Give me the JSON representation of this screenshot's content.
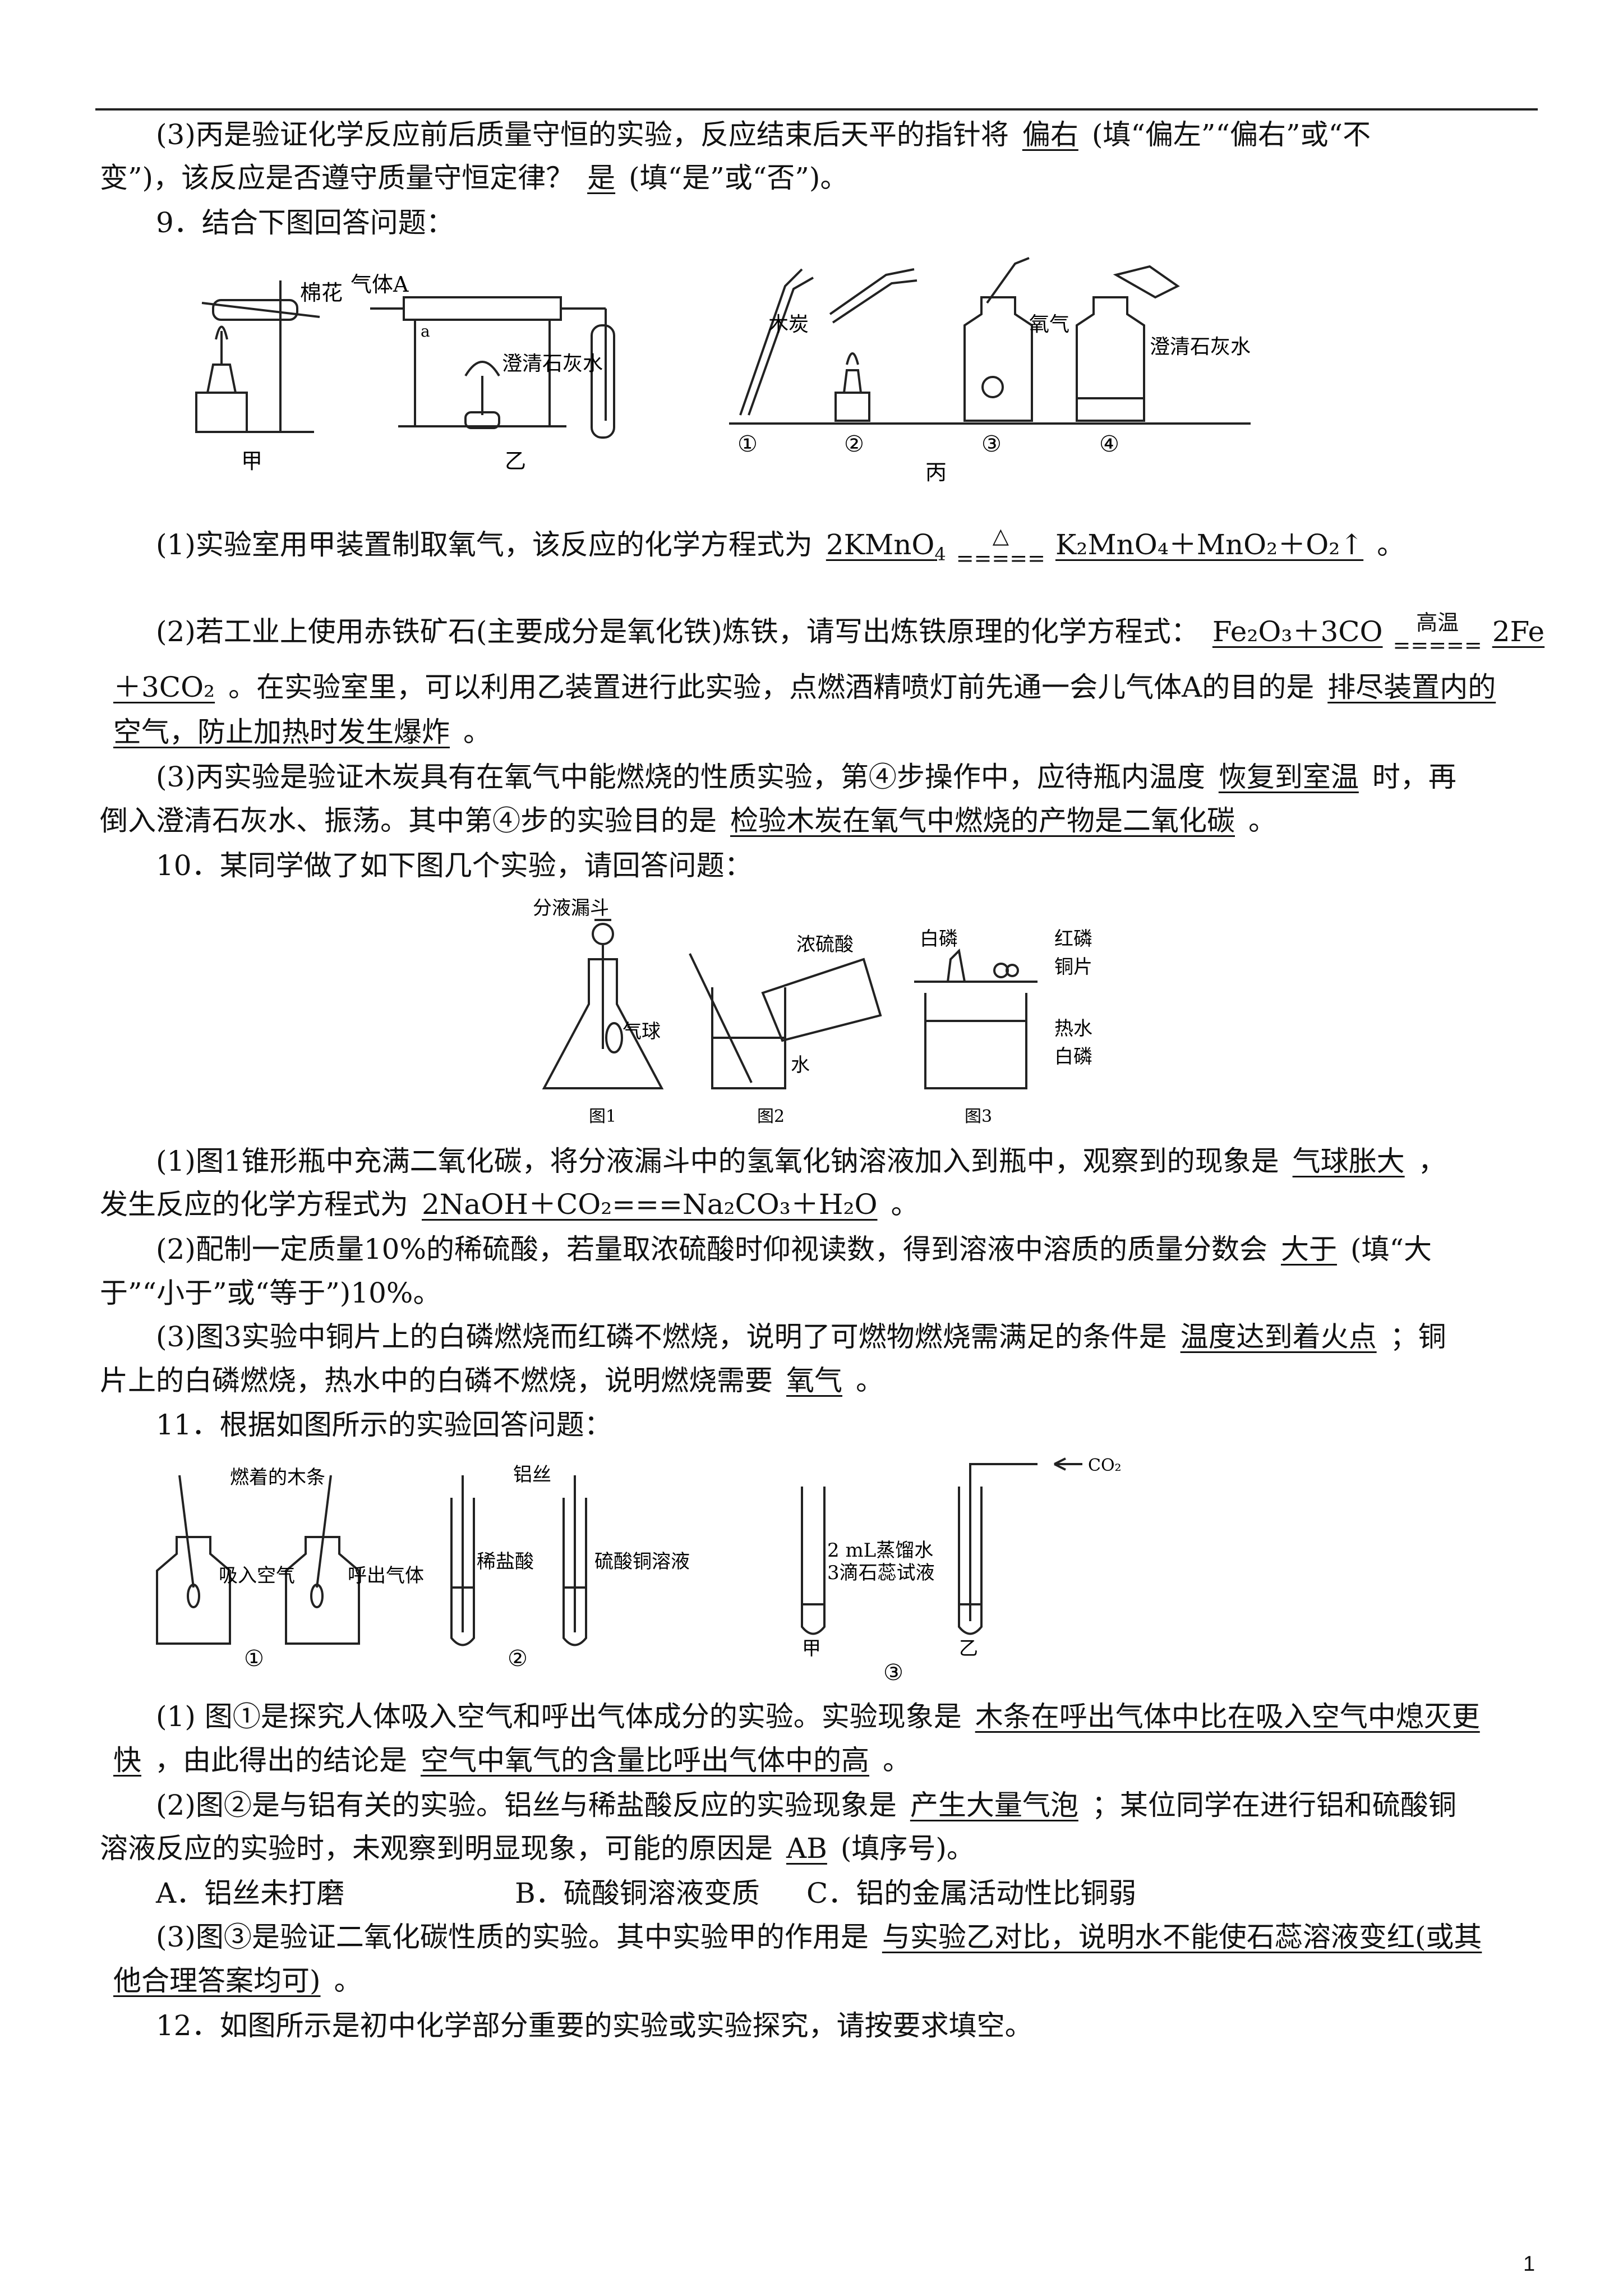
{
  "q8": {
    "p3_a": "(3)丙是验证化学反应前后质量守恒的实验，反应结束后天平的指针将",
    "p3_ans1": "偏右",
    "p3_b": "(填“偏左”“偏右”或“不",
    "p3_c": "变”)，该反应是否遵守质量守恒定律？",
    "p3_ans2": "是",
    "p3_d": "(填“是”或“否”)。"
  },
  "q9": {
    "title": "9．结合下图回答问题：",
    "fig_labels": {
      "cotton": "棉花",
      "gasA": "气体A",
      "a": "a",
      "limewater1": "澄清石灰水",
      "jia": "甲",
      "yi": "乙",
      "charcoal": "木炭",
      "oxygen": "氧气",
      "limewater2": "澄清石灰水",
      "s1": "①",
      "s2": "②",
      "s3": "③",
      "s4": "④",
      "bing": "丙"
    },
    "p1_a": "(1)实验室用甲装置制取氧气，该反应的化学方程式为",
    "p1_eq_left": "2KMnO",
    "p1_cond": "△",
    "p1_eq_right": "K₂MnO₄＋MnO₂＋O₂↑",
    "p1_end": "。",
    "p2_a": "(2)若工业上使用赤铁矿石(主要成分是氧化铁)炼铁，请写出炼铁原理的化学方程式：",
    "p2_eq_left": "Fe₂O₃＋3CO",
    "p2_cond": "高温",
    "p2_eq_right1": "2Fe",
    "p2_eq_right2": "＋3CO₂",
    "p2_b": "。在实验室里，可以利用乙装置进行此实验，点燃酒精喷灯前先通一会儿气体A的目的是",
    "p2_ans1": "排尽装置内的",
    "p2_ans2": "空气，防止加热时发生爆炸",
    "p2_end": "。",
    "p3_a": "(3)丙实验是验证木炭具有在氧气中能燃烧的性质实验，第④步操作中，应待瓶内温度",
    "p3_ans1": "恢复到室温",
    "p3_b": "时，再",
    "p3_c": "倒入澄清石灰水、振荡。其中第④步的实验目的是",
    "p3_ans2": "检验木炭在氧气中燃烧的产物是二氧化碳",
    "p3_end": "。"
  },
  "q10": {
    "title": "10．某同学做了如下图几个实验，请回答问题：",
    "fig_labels": {
      "funnel": "分液漏斗",
      "balloon": "气球",
      "acid": "浓硫酸",
      "water": "水",
      "wp_top": "白磷",
      "rp": "红磷",
      "cu": "铜片",
      "hot": "热水",
      "wp_bot": "白磷",
      "f1": "图1",
      "f2": "图2",
      "f3": "图3"
    },
    "p1_a": "(1)图1锥形瓶中充满二氧化碳，将分液漏斗中的氢氧化钠溶液加入到瓶中，观察到的现象是",
    "p1_ans1": "气球胀大",
    "p1_b": "，",
    "p1_c": "发生反应的化学方程式为",
    "p1_ans2": "2NaOH＋CO₂===Na₂CO₃＋H₂O",
    "p1_end": "。",
    "p2_a": "(2)配制一定质量10%的稀硫酸，若量取浓硫酸时仰视读数，得到溶液中溶质的质量分数会",
    "p2_ans": "大于",
    "p2_b": "(填“大",
    "p2_c": "于”“小于”或“等于”)10%。",
    "p3_a": "(3)图3实验中铜片上的白磷燃烧而红磷不燃烧，说明了可燃物燃烧需满足的条件是",
    "p3_ans1": "温度达到着火点",
    "p3_b": "；铜",
    "p3_c": "片上的白磷燃烧，热水中的白磷不燃烧，说明燃烧需要",
    "p3_ans2": "氧气",
    "p3_end": "。"
  },
  "q11": {
    "title": "11．根据如图所示的实验回答问题：",
    "fig_labels": {
      "burning": "燃着的木条",
      "inhale": "吸入空气",
      "exhale": "呼出气体",
      "c1": "①",
      "al": "铝丝",
      "hcl": "稀盐酸",
      "cuso4": "硫酸铜溶液",
      "c2": "②",
      "co2": "CO₂",
      "water": "2 mL蒸馏水",
      "litmus": "3滴石蕊试液",
      "jia": "甲",
      "yi": "乙",
      "c3": "③"
    },
    "p1_a": "(1) 图①是探究人体吸入空气和呼出气体成分的实验。实验现象是",
    "p1_ans1": "木条在呼出气体中比在吸入空气中熄灭更",
    "p1_ans1b": "快",
    "p1_b": "，由此得出的结论是",
    "p1_ans2": "空气中氧气的含量比呼出气体中的高",
    "p1_end": "。",
    "p2_a": "(2)图②是与铝有关的实验。铝丝与稀盐酸反应的实验现象是",
    "p2_ans1": "产生大量气泡",
    "p2_b": "；某位同学在进行铝和硫酸铜",
    "p2_c": "溶液反应的实验时，未观察到明显现象，可能的原因是",
    "p2_ans2": "AB",
    "p2_d": "(填序号)。",
    "opt_a": "A．铝丝未打磨",
    "opt_b": "B．硫酸铜溶液变质",
    "opt_c": "C．铝的金属活动性比铜弱",
    "p3_a": "(3)图③是验证二氧化碳性质的实验。其中实验甲的作用是",
    "p3_ans1": "与实验乙对比，说明水不能使石蕊溶液变红(或其",
    "p3_ans2": "他合理答案均可)",
    "p3_end": "。"
  },
  "q12": {
    "title": "12．如图所示是初中化学部分重要的实验或实验探究，请按要求填空。"
  },
  "page_number": "1"
}
